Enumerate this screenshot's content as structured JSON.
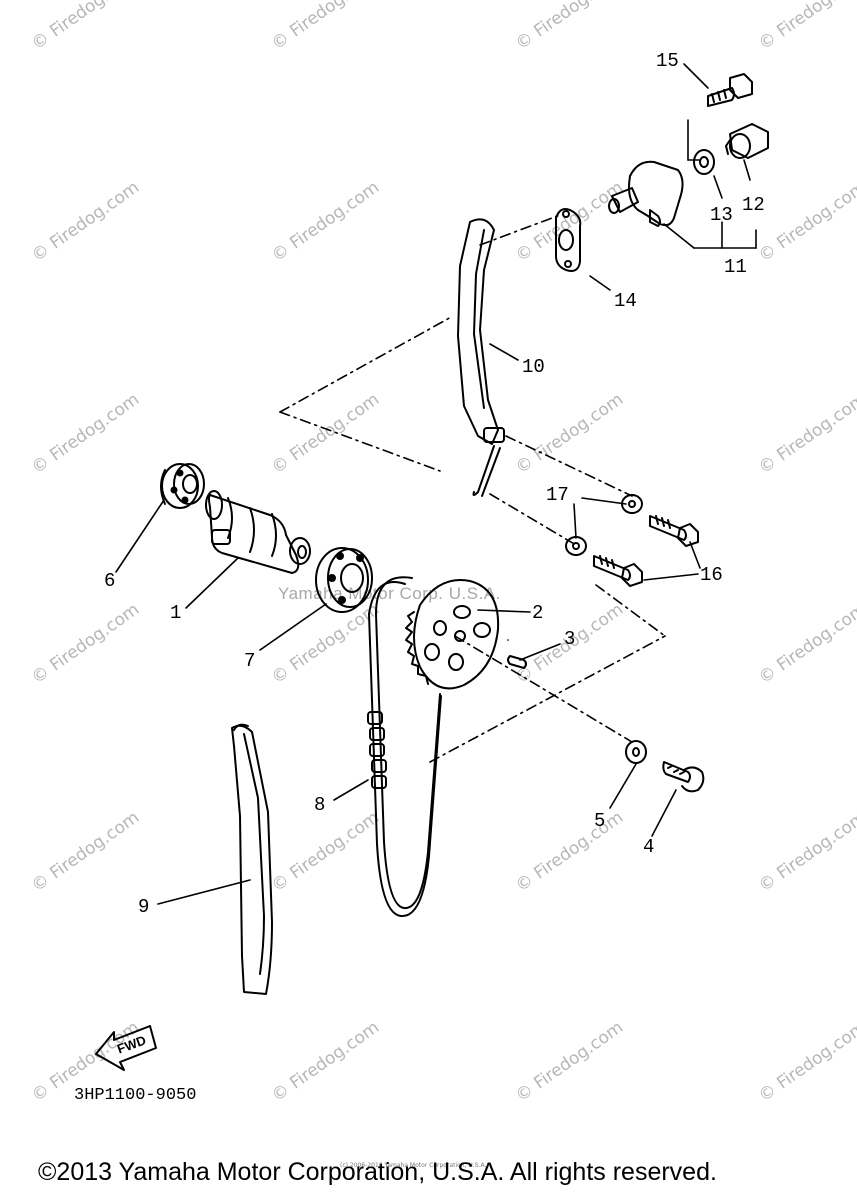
{
  "watermark": "© Firedog.com",
  "faint_watermark": "Yamaha Motor Corp. U.S.A.",
  "page_code": "3HP1100-9050",
  "fwd_label": "FWD",
  "copyright": "©2013 Yamaha Motor Corporation, U.S.A. All rights reserved.",
  "copyright_small": "(c) 2006-2016 Yamaha Motor Corporation, U.S.A.",
  "callouts": {
    "c1": "1",
    "c2": "2",
    "c3": "3",
    "c4": "4",
    "c5": "5",
    "c6": "6",
    "c7": "7",
    "c8": "8",
    "c9": "9",
    "c10": "10",
    "c11": "11",
    "c12": "12",
    "c13": "13",
    "c14": "14",
    "c15": "15",
    "c16": "16",
    "c17": "17"
  },
  "parts": [
    {
      "ref": "1",
      "name": "camshaft"
    },
    {
      "ref": "2",
      "name": "cam-sprocket"
    },
    {
      "ref": "3",
      "name": "pin"
    },
    {
      "ref": "4",
      "name": "bolt"
    },
    {
      "ref": "5",
      "name": "washer"
    },
    {
      "ref": "6",
      "name": "bearing"
    },
    {
      "ref": "7",
      "name": "bearing"
    },
    {
      "ref": "8",
      "name": "cam-chain"
    },
    {
      "ref": "9",
      "name": "chain-guide"
    },
    {
      "ref": "10",
      "name": "tensioner-guide"
    },
    {
      "ref": "11",
      "name": "tensioner-assembly"
    },
    {
      "ref": "12",
      "name": "cap-bolt"
    },
    {
      "ref": "13",
      "name": "gasket"
    },
    {
      "ref": "14",
      "name": "tensioner-gasket"
    },
    {
      "ref": "15",
      "name": "bolt"
    },
    {
      "ref": "16",
      "name": "bolt"
    },
    {
      "ref": "17",
      "name": "washer"
    }
  ],
  "colors": {
    "ink": "#000000",
    "watermark": "#b7b7b7",
    "background": "#ffffff"
  }
}
